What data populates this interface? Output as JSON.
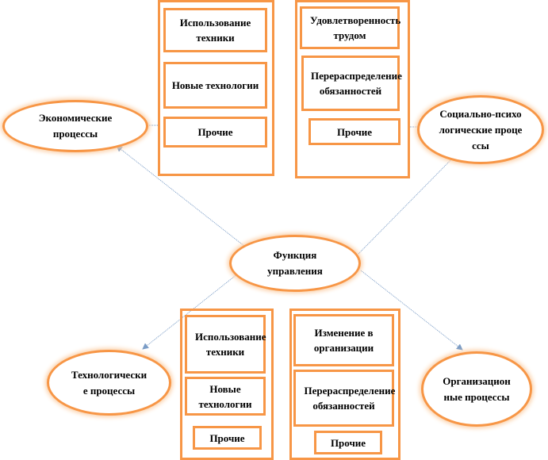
{
  "colors": {
    "border": "#f79646",
    "arrow": "#7a9cc6",
    "text": "#000000"
  },
  "center": {
    "label": "Функция управления"
  },
  "nodes": {
    "economic": {
      "label": "Экономические процессы"
    },
    "social": {
      "label": "Социально-психологические процессы"
    },
    "technological": {
      "label": "Технологические процессы"
    },
    "organizational": {
      "label": "Организационные процессы"
    }
  },
  "groups": {
    "economic": {
      "items": [
        "Использование техники",
        "Новые технологии",
        "Прочие"
      ]
    },
    "social": {
      "items": [
        "Удовлетворенность трудом",
        "Перераспределение обязанностей",
        "Прочие"
      ]
    },
    "technological": {
      "items": [
        "Использование техники",
        "Новые технологии",
        "Прочие"
      ]
    },
    "organizational": {
      "items": [
        "Изменение в организации",
        "Перераспределение обязанностей",
        "Прочие"
      ]
    }
  }
}
